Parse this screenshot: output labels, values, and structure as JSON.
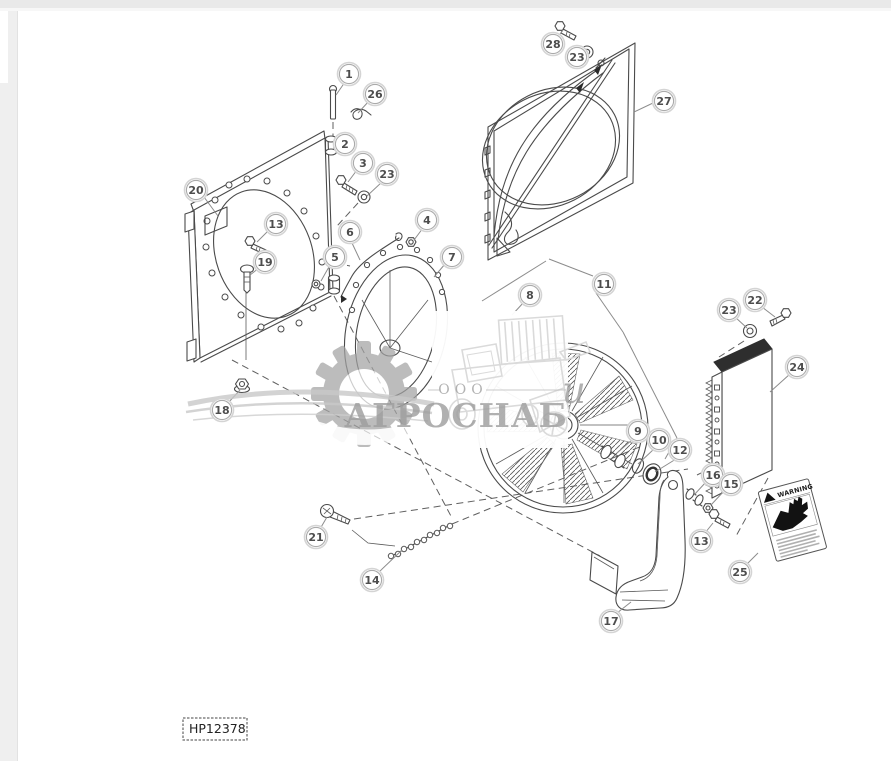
{
  "figure": {
    "code": "HP12378"
  },
  "watermark": {
    "org_form": "ООО",
    "company": "АГРОСНАБ",
    "letter": "u"
  },
  "warning_label": {
    "header": "WARNING"
  },
  "callouts": [
    "1",
    "26",
    "2",
    "3",
    "23",
    "20",
    "13",
    "6",
    "4",
    "7",
    "19",
    "5",
    "18",
    "28",
    "23",
    "27",
    "8",
    "11",
    "9",
    "10",
    "12",
    "22",
    "23",
    "24",
    "16",
    "15",
    "13",
    "21",
    "14",
    "17",
    "25"
  ]
}
